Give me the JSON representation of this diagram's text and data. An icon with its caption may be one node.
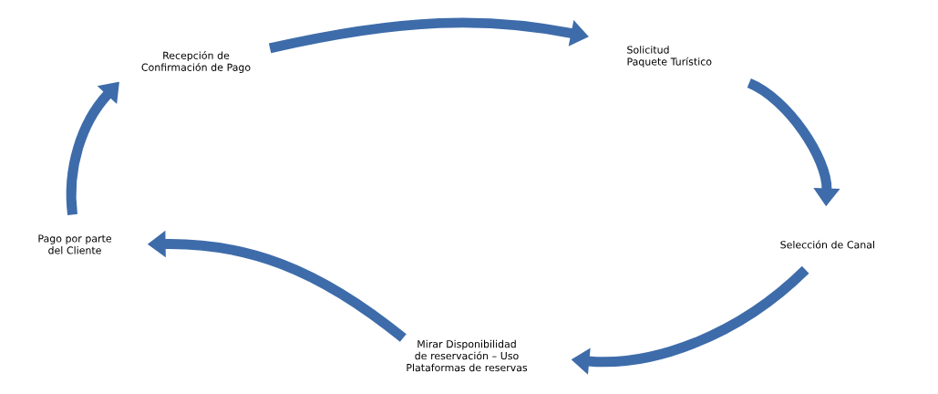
{
  "diagram": {
    "nodes": [
      {
        "text": [
          "Recepción de Confirmación de Pago"
        ]
      },
      {
        "text": [
          "Solicitud Paquete Turístico"
        ]
      },
      {
        "text": [
          "Selección de Canal"
        ]
      },
      {
        "text": [
          "Mirar Disponibilidad de reservación – Uso Plataformas de reservas"
        ]
      },
      {
        "text": [
          "Pago por parte del Cliente"
        ]
      }
    ],
    "edges": [
      {
        "from": 0,
        "to": 1,
        "arrow": "to"
      },
      {
        "from": 1,
        "to": 2,
        "arrow": "to"
      },
      {
        "from": 2,
        "to": 3,
        "arrow": "to"
      },
      {
        "from": 3,
        "to": 4,
        "arrow": "to"
      },
      {
        "from": 4,
        "to": 0,
        "arrow": "to"
      }
    ]
  }
}
